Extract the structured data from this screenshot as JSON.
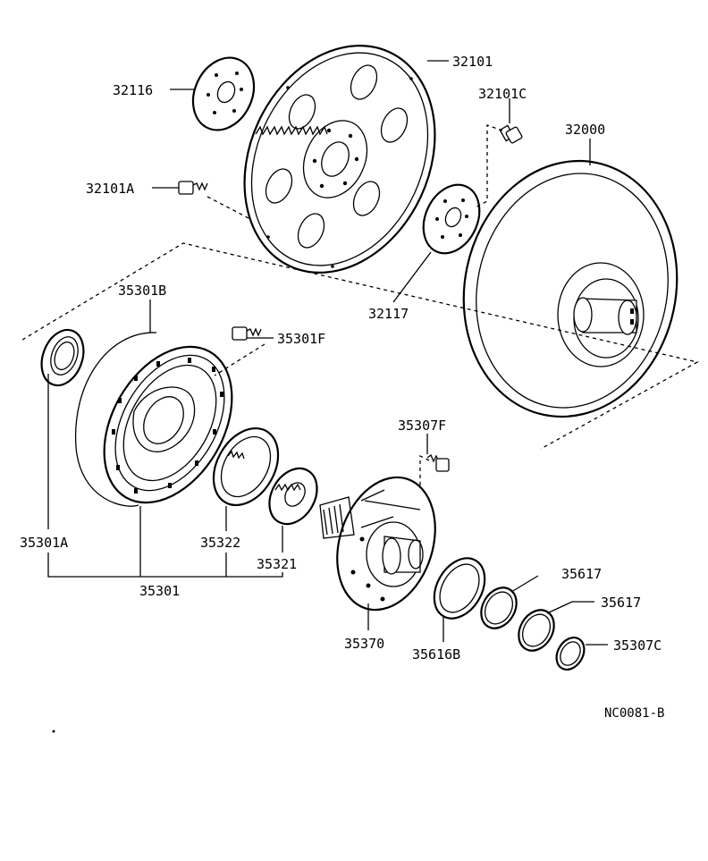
{
  "diagram_code": "NC0081-B",
  "parts": {
    "p32101": "32101",
    "p32116": "32116",
    "p32101C": "32101C",
    "p32000": "32000",
    "p32101A": "32101A",
    "p32117": "32117",
    "p35301B": "35301B",
    "p35301F": "35301F",
    "p35307F": "35307F",
    "p35301A": "35301A",
    "p35322": "35322",
    "p35321": "35321",
    "p35301": "35301",
    "p35617a": "35617",
    "p35617b": "35617",
    "p35370": "35370",
    "p35616B": "35616B",
    "p35307C": "35307C"
  }
}
